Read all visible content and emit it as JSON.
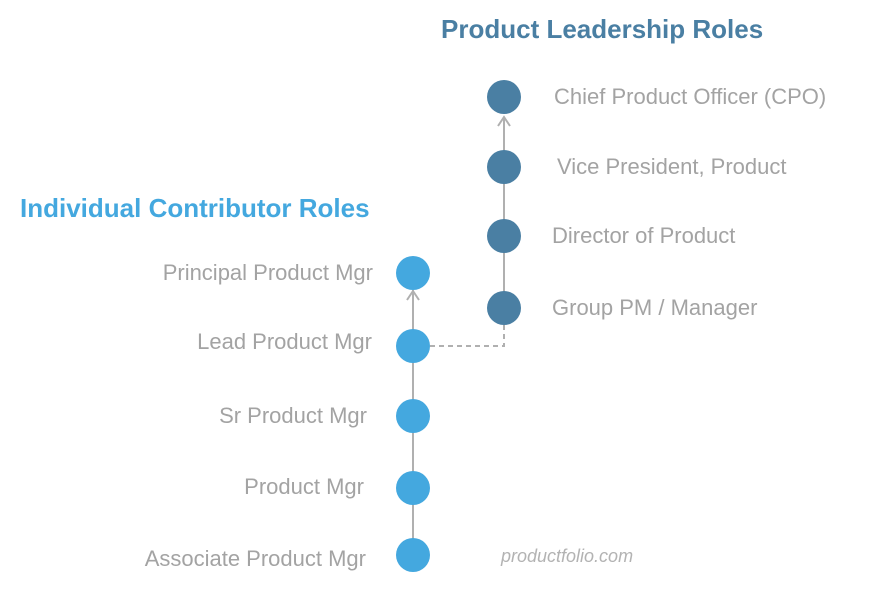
{
  "colors": {
    "leadership_accent": "#4a7fa3",
    "ic_accent": "#44a8df",
    "label_text": "#a3a3a3",
    "connector": "#b0b0b0",
    "watermark": "#b3b3b3"
  },
  "leadership": {
    "title": "Product Leadership Roles",
    "roles": [
      "Chief Product Officer (CPO)",
      "Vice President, Product",
      "Director of Product",
      "Group PM / Manager"
    ]
  },
  "individual_contributor": {
    "title": "Individual Contributor Roles",
    "roles": [
      "Principal Product Mgr",
      "Lead Product Mgr",
      "Sr Product Mgr",
      "Product Mgr",
      "Associate Product Mgr"
    ]
  },
  "watermark": "productfolio.com"
}
